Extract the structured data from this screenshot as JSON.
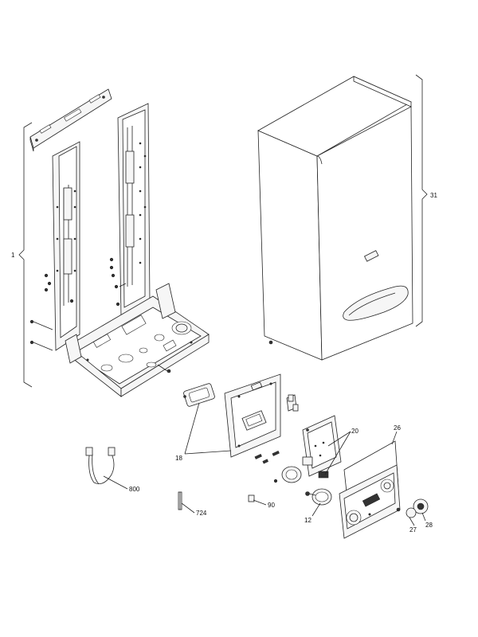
{
  "callouts": {
    "c1": "1",
    "c31": "31",
    "c18": "18",
    "c20": "20",
    "c26": "26",
    "c800": "800",
    "c724": "724",
    "c90": "90",
    "c12": "12",
    "c27": "27",
    "c28": "28"
  }
}
